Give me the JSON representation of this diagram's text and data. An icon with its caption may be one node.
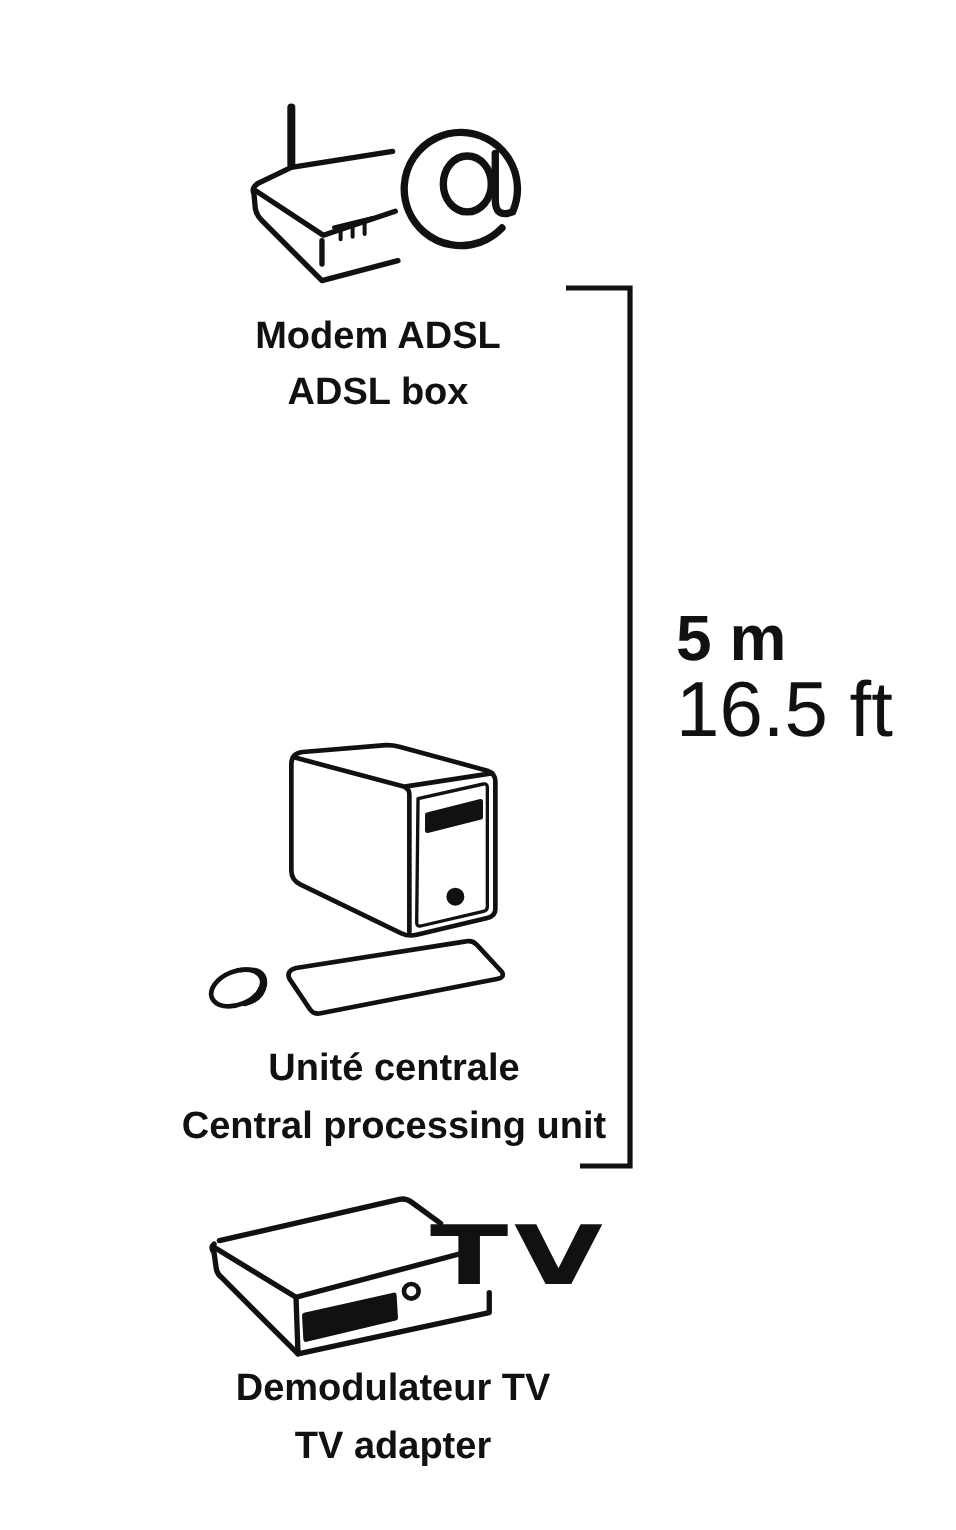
{
  "diagram": {
    "nodes": [
      {
        "text": [
          "Modem ADSL",
          "ADSL box"
        ]
      },
      {
        "text": [
          "Unité centrale",
          "Central processing unit"
        ]
      },
      {
        "text": [
          "Demodulateur TV",
          "TV adapter"
        ]
      }
    ],
    "labels": [
      "5 m",
      "16.5 ft",
      "TV"
    ]
  }
}
